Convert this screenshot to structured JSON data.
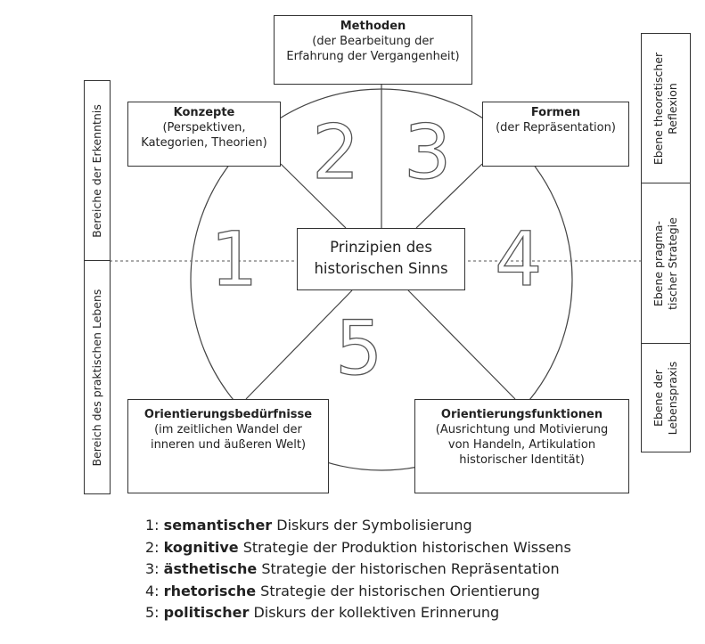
{
  "center": {
    "line1": "Prinzipien des",
    "line2": "historischen Sinns"
  },
  "boxes": {
    "methoden": {
      "title": "Methoden",
      "line1": "(der Bearbeitung der",
      "line2": "Erfahrung der Vergangenheit)"
    },
    "konzepte": {
      "title": "Konzepte",
      "line1": "(Perspektiven,",
      "line2": "Kategorien, Theorien)"
    },
    "formen": {
      "title": "Formen",
      "line1": "(der Repräsentation)"
    },
    "beduerfnisse": {
      "title": "Orientierungsbedürfnisse",
      "line1": "(im zeitlichen Wandel der",
      "line2": "inneren und äußeren Welt)"
    },
    "funktionen": {
      "title": "Orientierungsfunktionen",
      "line1": "(Ausrichtung und Motivierung",
      "line2": "von Handeln, Artikulation",
      "line3": "historischer Identität)"
    }
  },
  "numbers": [
    "1",
    "2",
    "3",
    "4",
    "5"
  ],
  "left_labels": [
    "Bereiche der Erkenntnis",
    "Bereich des praktischen Lebens"
  ],
  "right_labels": [
    {
      "line1": "Ebene theoretischer",
      "line2": "Reflexion"
    },
    {
      "line1": "Ebene pragma-",
      "line2": "tischer Strategie"
    },
    {
      "line1": "Ebene der",
      "line2": "Lebenspraxis"
    }
  ],
  "legend": [
    {
      "num": "1:",
      "bold": "semantischer",
      "rest": " Diskurs der Symbolisierung"
    },
    {
      "num": "2:",
      "bold": "kognitive",
      "rest": " Strategie der Produktion historischen Wissens"
    },
    {
      "num": "3:",
      "bold": "ästhetische",
      "rest": " Strategie der historischen Repräsentation"
    },
    {
      "num": "4:",
      "bold": "rhetorische",
      "rest": " Strategie der historischen Orientierung"
    },
    {
      "num": "5:",
      "bold": "politischer",
      "rest": " Diskurs der kollektiven Erinnerung"
    }
  ]
}
